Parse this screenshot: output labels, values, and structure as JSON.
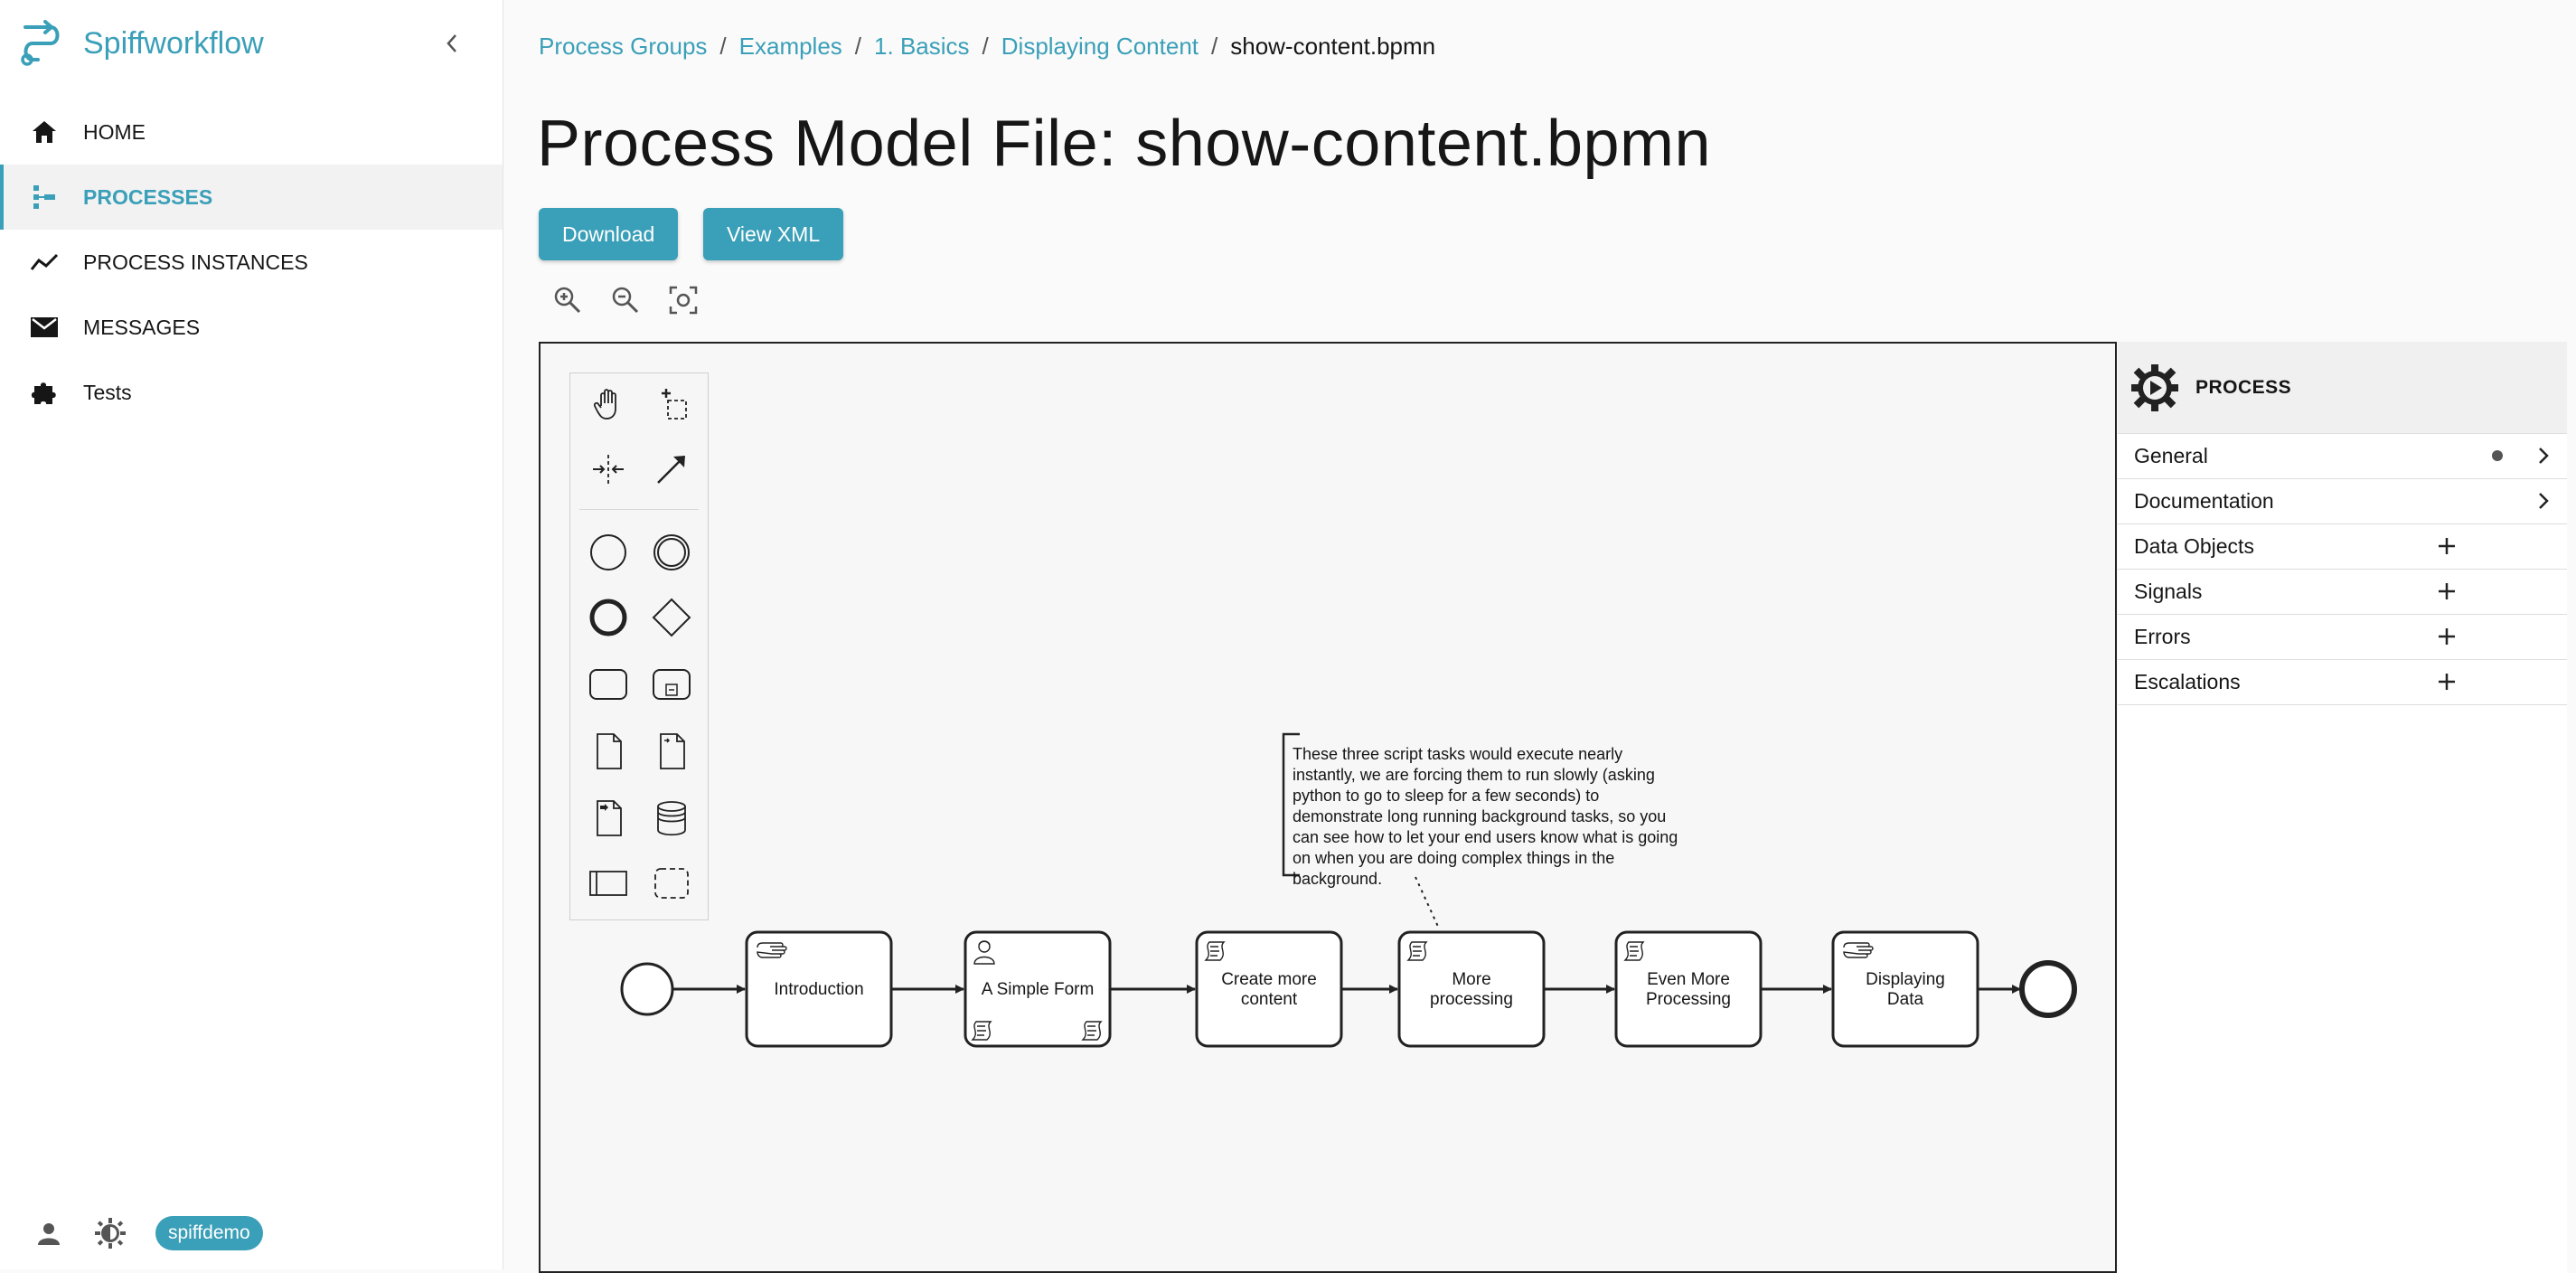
{
  "app": {
    "name": "Spiffworkflow"
  },
  "nav": [
    {
      "label": "HOME",
      "icon": "home-icon"
    },
    {
      "label": "PROCESSES",
      "icon": "processes-icon",
      "active": true
    },
    {
      "label": "PROCESS INSTANCES",
      "icon": "trend-line-icon"
    },
    {
      "label": "MESSAGES",
      "icon": "envelope-icon"
    },
    {
      "label": "Tests",
      "icon": "puzzle-icon"
    }
  ],
  "footer": {
    "user": "spiffdemo"
  },
  "breadcrumb": [
    "Process Groups",
    "Examples",
    "1. Basics",
    "Displaying Content",
    "show-content.bpmn"
  ],
  "title": "Process Model File: show-content.bpmn",
  "buttons": {
    "download": "Download",
    "view_xml": "View XML"
  },
  "diagram": {
    "tasks": [
      {
        "label": "Introduction",
        "type": "manual"
      },
      {
        "label": "A Simple Form",
        "type": "user"
      },
      {
        "label": "Create more content",
        "type": "script"
      },
      {
        "label": "More processing",
        "type": "script"
      },
      {
        "label": "Even More Processing",
        "type": "script"
      },
      {
        "label": "Displaying Data",
        "type": "manual"
      }
    ],
    "annotation": "These three script tasks would execute nearly instantly, we are forcing them to run slowly (asking python to go to sleep for a few seconds) to demonstrate long running background tasks, so you can see how to let your end users know what is going on when you are doing complex things in the background."
  },
  "properties": {
    "heading": "PROCESS",
    "rows": [
      "General",
      "Documentation",
      "Data Objects",
      "Signals",
      "Errors",
      "Escalations"
    ]
  },
  "colors": {
    "accent": "#3a9fb8",
    "text": "#161616"
  }
}
